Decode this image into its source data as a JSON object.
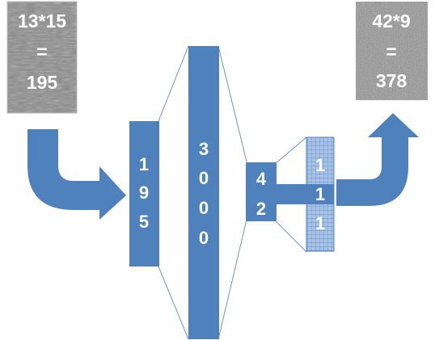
{
  "input_image": {
    "line1": "13*15",
    "line2": "=",
    "line3": "195"
  },
  "output_image": {
    "line1": "42*9",
    "line2": "=",
    "line3": "378"
  },
  "layers": {
    "input": {
      "chars": [
        "1",
        "9",
        "5"
      ]
    },
    "hidden": {
      "chars": [
        "3",
        "0",
        "0",
        "0"
      ]
    },
    "bottleneck": {
      "chars": [
        "4",
        "2"
      ]
    },
    "output_units": {
      "chars": [
        "1",
        "1",
        "1"
      ]
    }
  },
  "colors": {
    "block": "#4f81bd",
    "arrow": "#4f81bd",
    "grid_fill": "#a9c3e6",
    "grid_line": "#4f81bd",
    "connector": "#6f93c4",
    "text": "#ffffff"
  }
}
